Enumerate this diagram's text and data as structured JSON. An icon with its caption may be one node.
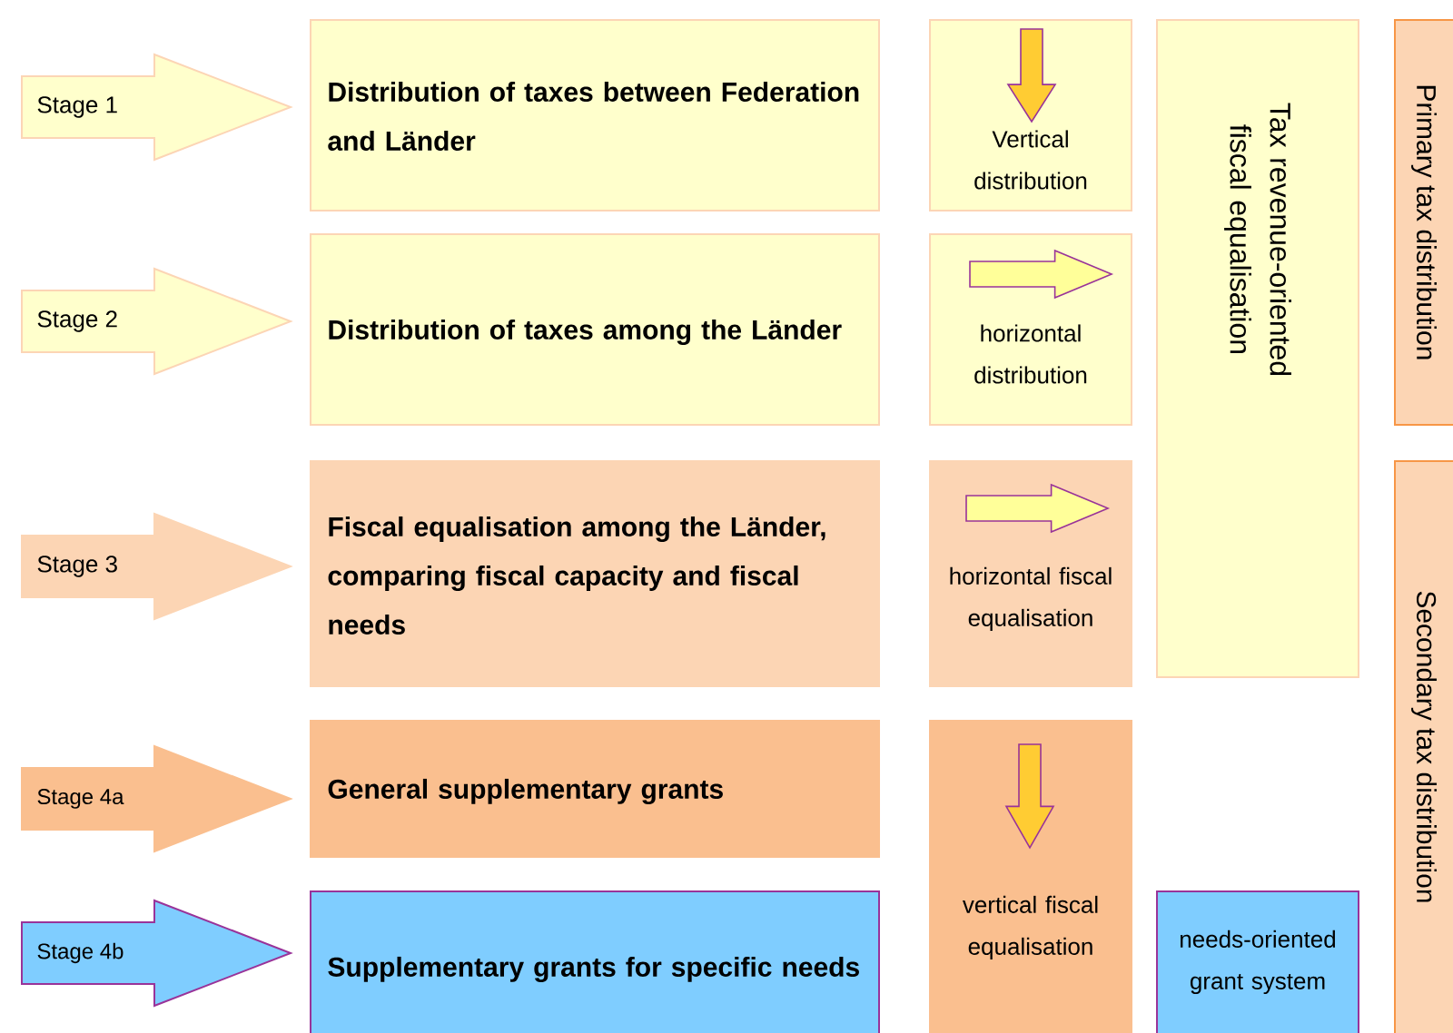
{
  "diagram": {
    "nodes": [
      {
        "text": [
          "Stage 1"
        ]
      },
      {
        "text": [
          "Distribution of taxes between Federation and Länder"
        ]
      },
      {
        "text": [
          "Vertical distribution"
        ]
      },
      {
        "text": [
          "Tax revenue-oriented fiscal equalisation"
        ]
      },
      {
        "text": [
          "Primary tax distribution"
        ]
      },
      {
        "text": [
          "Stage 2"
        ]
      },
      {
        "text": [
          "Distribution of taxes among the Länder"
        ]
      },
      {
        "text": [
          "horizontal distribution"
        ]
      },
      {
        "text": [
          "Stage 3"
        ]
      },
      {
        "text": [
          "Fiscal equalisation among the Länder, comparing fiscal capacity and fiscal needs"
        ]
      },
      {
        "text": [
          "horizontal fiscal equalisation"
        ]
      },
      {
        "text": [
          "Secondary tax distribution"
        ]
      },
      {
        "text": [
          "Stage 4a"
        ]
      },
      {
        "text": [
          "General supplementary grants"
        ]
      },
      {
        "text": [
          "vertical fiscal equalisation"
        ]
      },
      {
        "text": [
          "Stage 4b"
        ]
      },
      {
        "text": [
          "Supplementary grants for specific needs"
        ]
      },
      {
        "text": [
          "needs-oriented grant system"
        ]
      }
    ]
  }
}
